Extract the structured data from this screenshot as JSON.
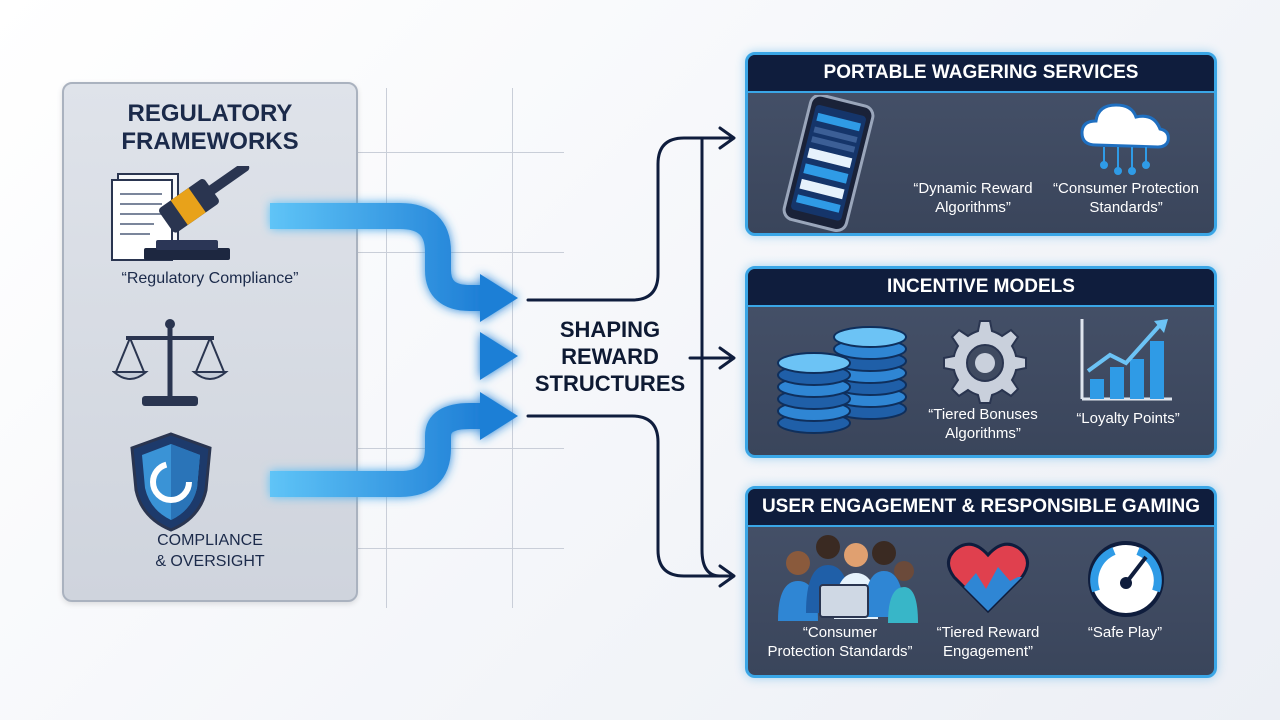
{
  "left_panel": {
    "title_line1": "REGULATORY",
    "title_line2": "FRAMEWORKS",
    "caption_compliance": "“Regulatory Compliance”",
    "caption_oversight_line1": "COMPLIANCE",
    "caption_oversight_line2": "& OVERSIGHT"
  },
  "center": {
    "line1": "SHAPING",
    "line2": "REWARD",
    "line3": "STRUCTURES"
  },
  "cards": {
    "wagering": {
      "title": "PORTABLE WAGERING SERVICES",
      "label1_line1": "“Dynamic Reward",
      "label1_line2": "Algorithms”",
      "label2_line1": "“Consumer Protection",
      "label2_line2": "Standards”"
    },
    "incentive": {
      "title": "INCENTIVE MODELS",
      "label1_line1": "“Tiered Bonuses",
      "label1_line2": "Algorithms”",
      "label2": "“Loyalty Points”"
    },
    "engagement": {
      "title": "USER ENGAGEMENT & RESPONSIBLE GAMING",
      "label1_line1": "“Consumer",
      "label1_line2": "Protection Standards”",
      "label2_line1": "“Tiered Reward",
      "label2_line2": "Engagement”",
      "label3": "“Safe Play”"
    }
  },
  "colors": {
    "accent_blue": "#2f9be6",
    "navy": "#0f1d3d",
    "card_bg": "#3f4a60",
    "panel_bg": "#d6dbe3"
  }
}
